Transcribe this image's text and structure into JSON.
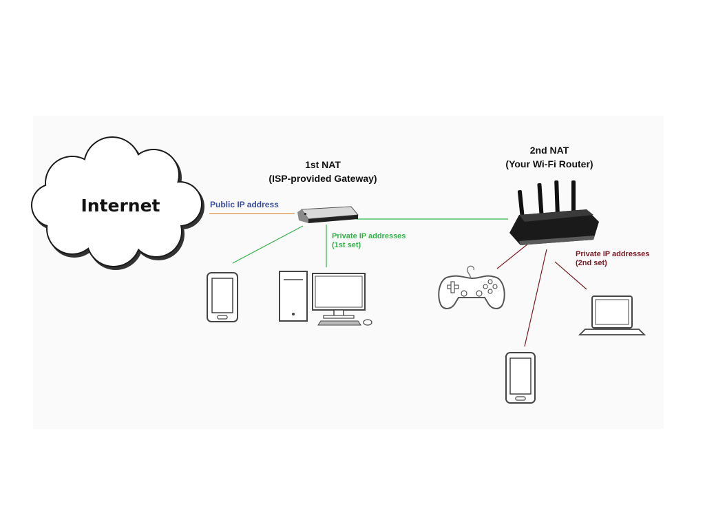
{
  "cloud": {
    "label": "Internet"
  },
  "gateway": {
    "title": "1st NAT",
    "subtitle": "(ISP-provided Gateway)"
  },
  "router": {
    "title": "2nd NAT",
    "subtitle": "(Your Wi-Fi Router)"
  },
  "links": {
    "public": {
      "label": "Public IP address",
      "color": "#3b4e9c",
      "line_color": "#e0a060"
    },
    "private_first": {
      "line1": "Private IP addresses",
      "line2": "(1st set)",
      "color": "#33b24a"
    },
    "private_second": {
      "line1": "Private IP addresses",
      "line2": "(2nd set)",
      "color": "#7a1a24"
    }
  },
  "icons": {
    "first_set": [
      "smartphone-icon",
      "desktop-computer-icon"
    ],
    "second_set": [
      "game-controller-icon",
      "laptop-icon",
      "smartphone-icon"
    ]
  }
}
